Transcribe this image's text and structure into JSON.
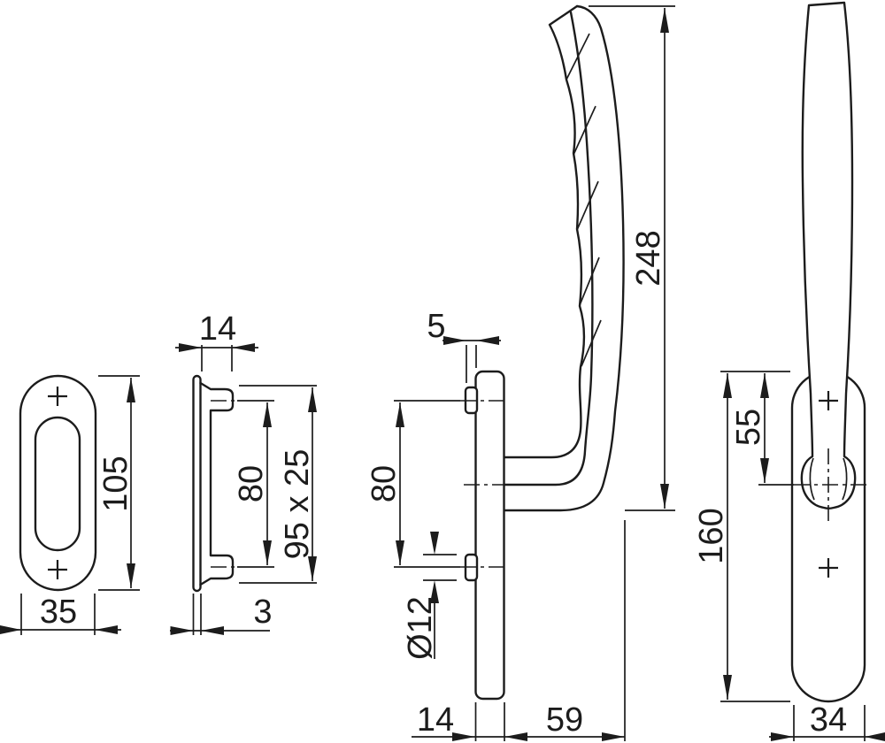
{
  "drawing": {
    "background": "#ffffff",
    "line_color": "#1c1c1c",
    "dims": {
      "pull_height": "105",
      "pull_width": "35",
      "pull_depth": "14",
      "pull_spacing": "80",
      "pull_overall": "95 x 25",
      "pull_plate": "3",
      "handle_boss": "5",
      "handle_spacing": "80",
      "handle_boss_dia": "Ø12",
      "handle_length": "248",
      "handle_plate_depth": "14",
      "handle_projection": "59",
      "handle_pivot_offset": "55",
      "handle_plate_height": "160",
      "handle_plate_width": "34"
    }
  }
}
